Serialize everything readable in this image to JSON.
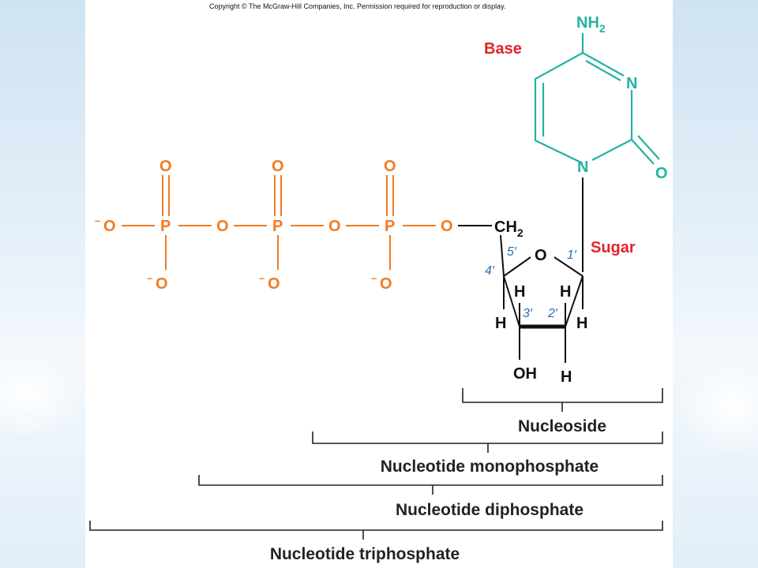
{
  "copyright": "Copyright © The McGraw-Hill Companies, Inc. Permission required for reproduction or display.",
  "labels": {
    "base": "Base",
    "sugar": "Sugar"
  },
  "phosphate": {
    "oxygen": "O",
    "phosphorus": "P",
    "charge": "–"
  },
  "base_atoms": {
    "nh": "NH",
    "sub2": "2",
    "n": "N",
    "o": "O"
  },
  "sugar_atoms": {
    "ch": "CH",
    "sub2": "2",
    "ring_o": "O",
    "h": "H",
    "oh": "OH"
  },
  "positions": {
    "p1": "1′",
    "p2": "2′",
    "p3": "3′",
    "p4": "4′",
    "p5": "5′"
  },
  "brackets": [
    "Nucleoside",
    "Nucleotide monophosphate",
    "Nucleotide diphosphate",
    "Nucleotide triphosphate"
  ],
  "colors": {
    "phosphate": "#f07b22",
    "base": "#22b3a2",
    "label": "#e0252c",
    "position_numbers": "#2a6db3"
  }
}
